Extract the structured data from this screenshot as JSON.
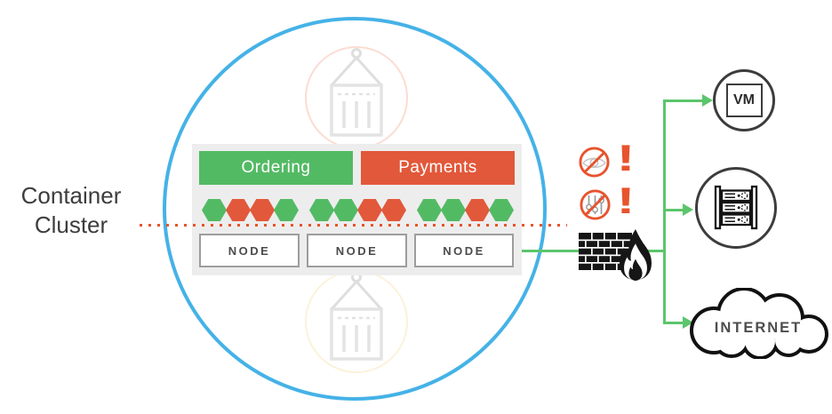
{
  "title": {
    "line1": "Container",
    "line2": "Cluster"
  },
  "cluster": {
    "services": [
      {
        "label": "Ordering"
      },
      {
        "label": "Payments"
      }
    ],
    "hex_groups": [
      [
        "green",
        "orange",
        "orange",
        "green"
      ],
      [
        "green",
        "green",
        "orange",
        "orange"
      ],
      [
        "green",
        "green",
        "orange",
        "green"
      ]
    ],
    "nodes": [
      {
        "label": "NODE"
      },
      {
        "label": "NODE"
      },
      {
        "label": "NODE"
      }
    ],
    "ghost_icons": [
      "container-crane-icon-top",
      "container-crane-icon-bottom"
    ]
  },
  "warnings": {
    "no_visibility_icon": "eye-prohibited-icon",
    "no_control_icon": "sliders-prohibited-icon",
    "exclamation_1": "!",
    "exclamation_2": "!"
  },
  "firewall": {
    "icon": "brick-wall-flame-icon"
  },
  "targets": {
    "vm": {
      "label": "VM",
      "icon": "vm-circle-icon"
    },
    "server": {
      "icon": "server-rack-icon"
    },
    "internet": {
      "label": "INTERNET",
      "icon": "cloud-icon"
    }
  },
  "colors": {
    "cluster_ring": "#45b2e7",
    "service_green": "#53ba64",
    "service_orange": "#e2583a",
    "alert_red": "#e8532d",
    "connector_green": "#5cc56b",
    "panel_gray": "#ededed"
  }
}
